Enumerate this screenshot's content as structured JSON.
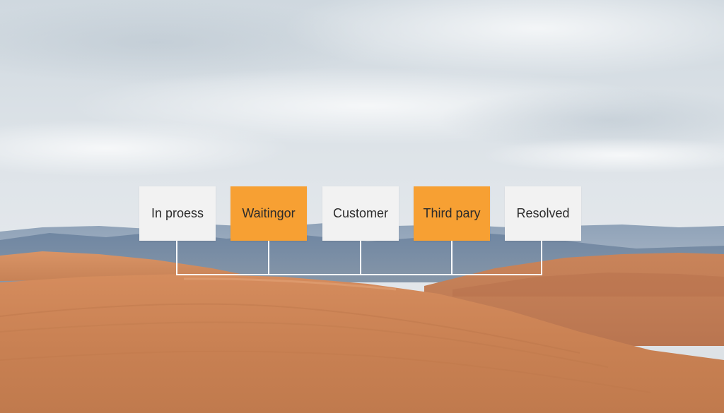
{
  "flow": {
    "steps": [
      {
        "label": "In proess",
        "style": "light"
      },
      {
        "label": "Waitingor",
        "style": "accent"
      },
      {
        "label": "Customer",
        "style": "light"
      },
      {
        "label": "Third pary",
        "style": "accent"
      },
      {
        "label": "Resolved",
        "style": "light"
      }
    ]
  },
  "colors": {
    "accent_box": "#f7a033",
    "light_box": "#f2f2f2",
    "connector": "#ffffff"
  }
}
